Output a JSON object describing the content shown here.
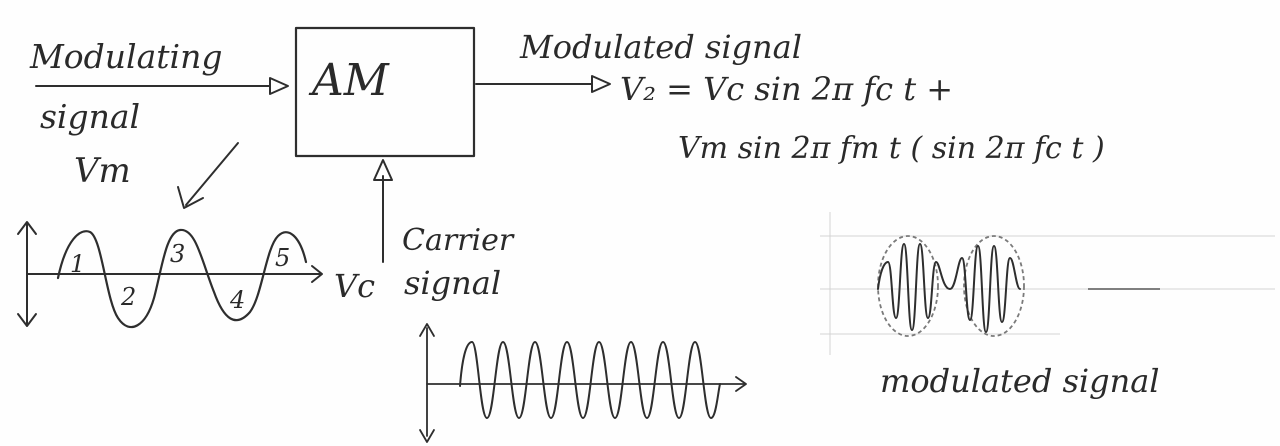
{
  "diagram": {
    "block_label": "AM",
    "inputs": {
      "modulating": {
        "label_line1": "Modulating",
        "label_line2": "signal",
        "symbol": "Vm"
      },
      "carrier": {
        "label_line1": "Carrier",
        "label_line2": "signal"
      }
    },
    "output": {
      "label": "Modulated signal",
      "equation_line1": "V₂ = Vc sin 2π fc t +",
      "equation_line2": "Vm sin 2π fm t ( sin 2π fc t )"
    },
    "modulating_wave": {
      "symbol": "Vc",
      "lobe_numbers": [
        "1",
        "2",
        "3",
        "4",
        "5"
      ]
    },
    "modulated_plot": {
      "caption": "modulated signal"
    }
  },
  "colors": {
    "ink": "#2e2e2e",
    "guide": "#d4d4d4",
    "background": "#fefefe"
  }
}
